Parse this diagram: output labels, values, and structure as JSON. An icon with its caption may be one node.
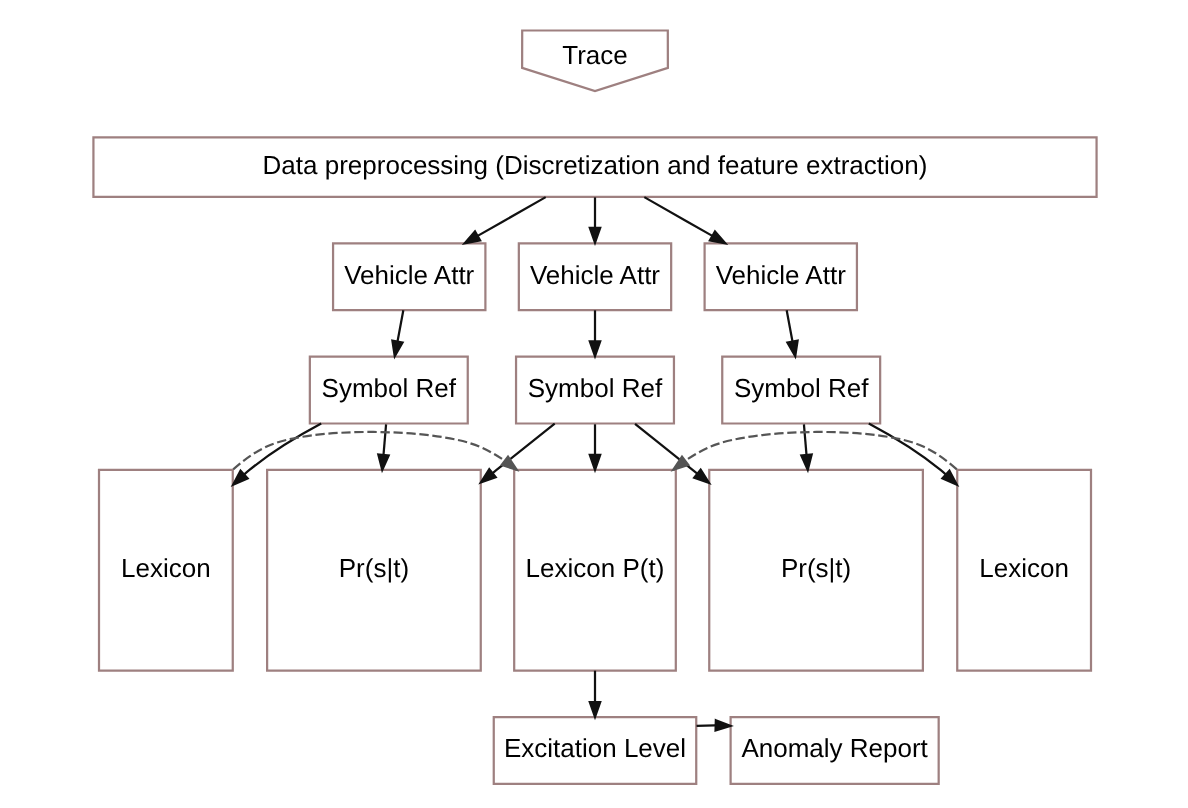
{
  "diagram": {
    "nodes": [
      {
        "text": [
          "Trace"
        ]
      },
      {
        "text": [
          "Data preprocessing (Discretization and feature extraction)"
        ]
      },
      {
        "text": [
          "Vehicle Attr"
        ]
      },
      {
        "text": [
          "Vehicle Attr"
        ]
      },
      {
        "text": [
          "Vehicle Attr"
        ]
      },
      {
        "text": [
          "Symbol Ref"
        ]
      },
      {
        "text": [
          "Symbol Ref"
        ]
      },
      {
        "text": [
          "Symbol Ref"
        ]
      },
      {
        "text": [
          "Lexicon"
        ]
      },
      {
        "text": [
          "Pr(s|t)"
        ]
      },
      {
        "text": [
          "Lexicon P(t)"
        ]
      },
      {
        "text": [
          "Pr(s|t)"
        ]
      },
      {
        "text": [
          "Lexicon"
        ]
      },
      {
        "text": [
          "Excitation Level"
        ]
      },
      {
        "text": [
          "Anomaly Report"
        ]
      }
    ],
    "edges": [
      {
        "from": 1,
        "to": 2,
        "arrow": "to"
      },
      {
        "from": 1,
        "to": 3,
        "arrow": "to"
      },
      {
        "from": 1,
        "to": 4,
        "arrow": "to"
      },
      {
        "from": 2,
        "to": 5,
        "arrow": "to"
      },
      {
        "from": 3,
        "to": 6,
        "arrow": "to"
      },
      {
        "from": 4,
        "to": 7,
        "arrow": "to"
      },
      {
        "from": 5,
        "to": 8,
        "arrow": "to"
      },
      {
        "from": 5,
        "to": 9,
        "arrow": "to"
      },
      {
        "from": 6,
        "to": 9,
        "arrow": "to"
      },
      {
        "from": 6,
        "to": 10,
        "arrow": "to"
      },
      {
        "from": 6,
        "to": 11,
        "arrow": "to"
      },
      {
        "from": 7,
        "to": 11,
        "arrow": "to"
      },
      {
        "from": 7,
        "to": 12,
        "arrow": "to"
      },
      {
        "from": 8,
        "to": 10,
        "arrow": "to",
        "style": "dashed",
        "color": "#555555"
      },
      {
        "from": 12,
        "to": 10,
        "arrow": "to",
        "style": "dashed",
        "color": "#555555"
      },
      {
        "from": 10,
        "to": 13,
        "arrow": "to"
      },
      {
        "from": 13,
        "to": 14,
        "arrow": "to"
      }
    ]
  }
}
